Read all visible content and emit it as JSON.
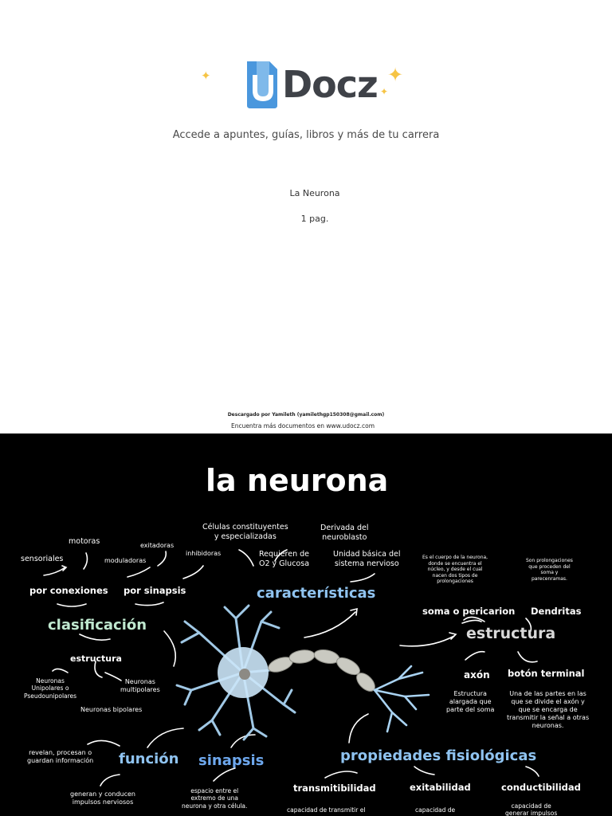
{
  "cover": {
    "brand": "uDocz",
    "brand_u": "u",
    "brand_rest": "Docz",
    "tagline": "Accede a apuntes, guías, libros y más de tu carrera",
    "doc_title": "La Neurona",
    "doc_pages": "1 pag.",
    "footer_downloaded": "Descargado por Yamileth (yamilethgp150308@gmail.com)",
    "footer_more": "Encuentra más documentos en www.udocz.com"
  },
  "poster": {
    "title": "la neurona",
    "clasificacion": {
      "heading": "clasificación",
      "por_conexiones": "por conexiones",
      "por_sinapsis": "por sinapsis",
      "motoras": "motoras",
      "sensoriales": "sensoriales",
      "moduladoras": "moduladoras",
      "exitadoras": "exitadoras",
      "inhibidoras": "inhibidoras",
      "estructura": "estructura",
      "unipolares": "Neuronas\nUnipolares o\nPseudounipolares",
      "multipolares": "Neuronas\nmultipolares",
      "bipolares": "Neuronas bipolares"
    },
    "caracteristicas": {
      "heading": "características",
      "celulas": "Células constituyentes\ny especializadas",
      "derivada": "Derivada del\nneuroblasto",
      "requieren": "Requieren de\nO2 y Glucosa",
      "unidad": "Unidad básica del\nsistema nervioso"
    },
    "estructura": {
      "heading": "estructura",
      "soma": "soma o pericarion",
      "soma_desc": "Es el cuerpo de la neurona,\ndonde se encuentra el\nnúcleo, y desde el cual\nnacen dos tipos de\nprolongaciones",
      "dendritas": "Dendritas",
      "dendritas_desc": "Son prolongaciones\nque proceden del\nsoma y\nparecenramas.",
      "axon": "axón",
      "axon_desc": "Estructura\nalargada que\nparte del soma",
      "boton": "botón terminal",
      "boton_desc": "Una de las partes en las\nque se divide el axón y\nque se encarga de\ntransmitir la señal a otras\nneuronas."
    },
    "funcion": {
      "heading": "función",
      "revelan": "revelan, procesan o\nguardan información",
      "generan": "generan y conducen\nimpulsos nerviosos"
    },
    "sinapsis": {
      "heading": "sinapsis",
      "desc": "espacio entre el\nextremo de una\nneurona y otra célula."
    },
    "propiedades": {
      "heading": "propiedades fisiológicas",
      "transmitibilidad": "transmitibilidad",
      "transmitibilidad_desc": "capacidad de transmitir el",
      "exitabilidad": "exitabilidad",
      "exitabilidad_desc": "capacidad de",
      "conductibilidad": "conductibilidad",
      "conductibilidad_desc": "capacidad de\ngenerar impulsos"
    },
    "colors": {
      "background": "#000000",
      "green_heading": "#bfe8cf",
      "blue_heading": "#8fc3f0",
      "grey_heading": "#d9d9d9",
      "neuron": "#a9d3f2",
      "sparkle": "#f6c445",
      "logo_blue": "#5aa6e6"
    }
  }
}
